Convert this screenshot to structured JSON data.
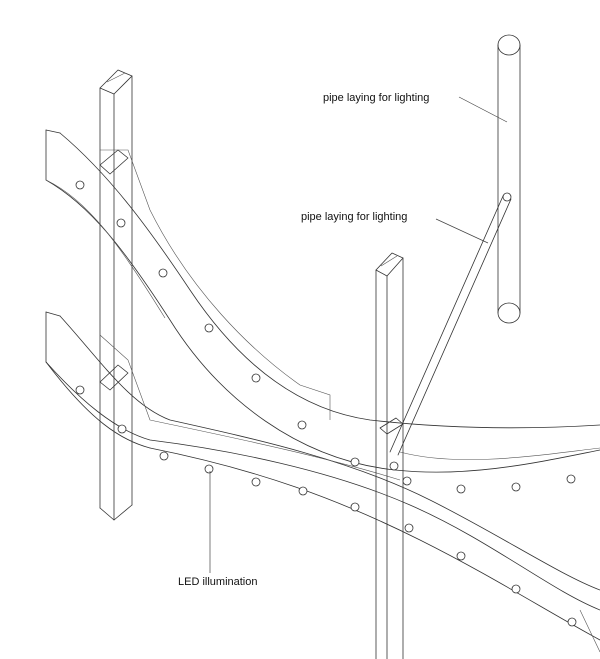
{
  "labels": {
    "pipe_top": "pipe laying for lighting",
    "pipe_mid": "pipe laying for lighting",
    "led": "LED illumination"
  }
}
